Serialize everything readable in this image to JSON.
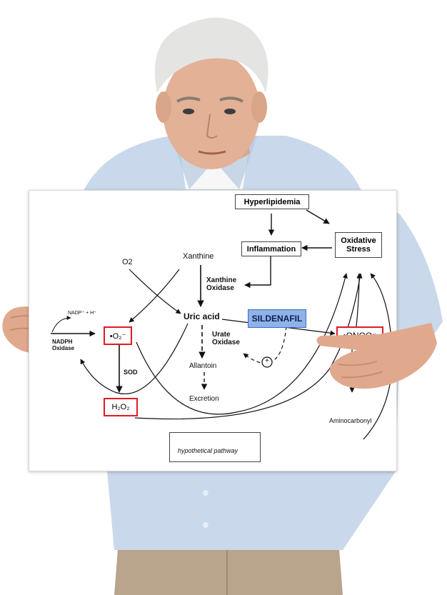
{
  "diagram": {
    "nodes": {
      "hyperlipidemia": "Hyperlipidemia",
      "oxidative_stress_1": "Oxidative",
      "oxidative_stress_2": "Stress",
      "inflammation": "Inflammation",
      "o2": "O2",
      "xanthine": "Xanthine",
      "xanthine_oxidase_1": "Xanthine",
      "xanthine_oxidase_2": "Oxidase",
      "uric_acid": "Uric acid",
      "sildenafil": "SILDENAFIL",
      "nadp": "NADP⁺ + H⁺",
      "nadph_oxidase_1": "NADPH",
      "nadph_oxidase_2": "Oxidase",
      "superoxide": "•O₂⁻",
      "urate_oxidase_1": "Urate",
      "urate_oxidase_2": "Oxidase",
      "plus": "+",
      "peroxynitrite": "•ONOO⁻",
      "sod": "SOD",
      "allantoin": "Allantoin",
      "h2o2": "H₂O₂",
      "excretion": "Excretion",
      "aminocarbonyl": "Aminocarbonyl"
    },
    "legend": {
      "label": "hypothetical pathway"
    }
  },
  "colors": {
    "highlight_box": "#e01b24",
    "sildenafil_fill": "#8fb3e6",
    "shirt": "#c9d8ea",
    "pants": "#b9a48c",
    "hair": "#e4e4e2",
    "skin": "#e2b196"
  }
}
